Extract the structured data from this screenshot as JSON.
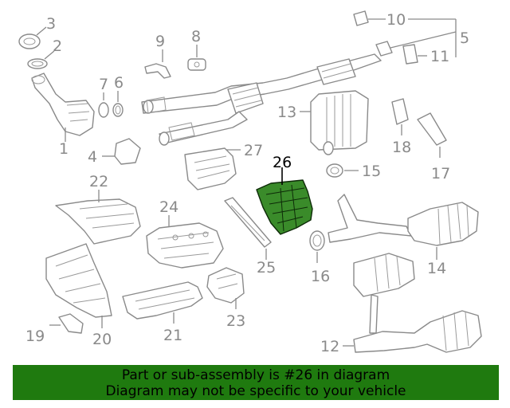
{
  "callouts": {
    "c1": "1",
    "c2": "2",
    "c3": "3",
    "c4": "4",
    "c5": "5",
    "c6": "6",
    "c7": "7",
    "c8": "8",
    "c9": "9",
    "c10": "10",
    "c11": "11",
    "c12": "12",
    "c13": "13",
    "c14": "14",
    "c15": "15",
    "c16": "16",
    "c17": "17",
    "c18": "18",
    "c19": "19",
    "c20": "20",
    "c21": "21",
    "c22": "22",
    "c23": "23",
    "c24": "24",
    "c25": "25",
    "c26": "26",
    "c27": "27"
  },
  "highlight": {
    "part_number": "26",
    "color": "#3a8b2a"
  },
  "banner": {
    "line1": "Part or sub-assembly is #26 in diagram",
    "line2": "Diagram may not be specific to your vehicle",
    "background": "#1f7a0f"
  }
}
